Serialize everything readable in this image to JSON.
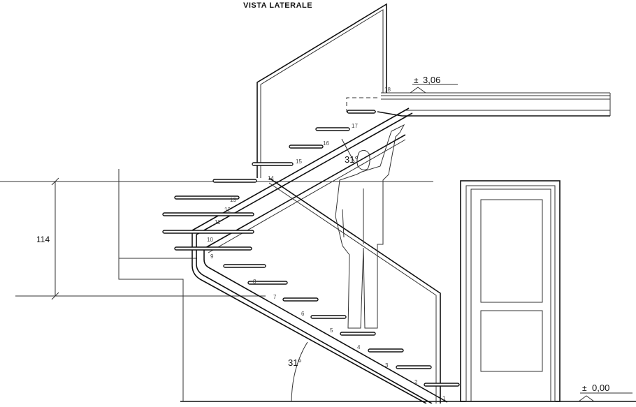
{
  "title": "VISTA LATERALE",
  "levels": {
    "top": "3,06",
    "bottom": "0,00",
    "prefix": "±"
  },
  "dimension": {
    "height": "114"
  },
  "angles": {
    "upper": "31°",
    "lower": "31°"
  },
  "step_numbers": [
    "1",
    "2",
    "3",
    "4",
    "5",
    "6",
    "7",
    "8",
    "9",
    "10",
    "11",
    "12",
    "13",
    "14",
    "15",
    "16",
    "17",
    "18"
  ],
  "colors": {
    "line": "#111111",
    "background": "#ffffff"
  }
}
